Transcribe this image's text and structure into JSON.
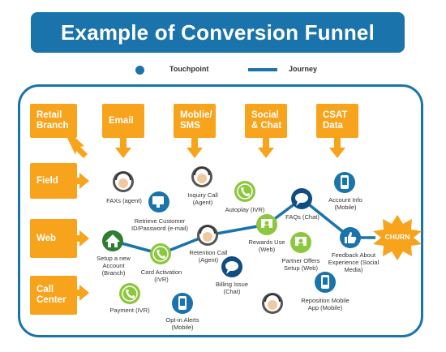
{
  "title": "Example of Conversion Funnel",
  "legend": {
    "touchpoint": "Touchpoint",
    "journey": "Journey"
  },
  "channels_left": [
    "Retail Branch",
    "Field",
    "Web",
    "Call Center"
  ],
  "channels_top": [
    "Email",
    "Moblie/ SMS",
    "Social & Chat",
    "CSAT Data"
  ],
  "touchpoints": {
    "faxs": "FAXs (agent)",
    "inquiry": "Inquiry Call (Agent)",
    "autoplay": "Autoplay (IVR)",
    "account_info": "Account Info (Mobile)",
    "retrieve": "Retrieve Customer ID/Password (e-mail)",
    "faqs": "FAQs (Chat)",
    "setup": "Setup a new Account (Branch)",
    "card": "Card Activation (IVR)",
    "retention": "Retention Call (Agent)",
    "rewards": "Rewards Use (Web)",
    "partner": "Partner Offers Setup (Web)",
    "feedback": "Feedback About Experience (Social Media)",
    "billing": "Billing Issue (Chat)",
    "reposition": "Reposition Mobile App (Mobile)",
    "payment": "Payment (IVR)",
    "optin": "Opt-in Alerts (Mobile)"
  },
  "churn": "CHURN",
  "colors": {
    "blue": "#1a73ab",
    "orange": "#f7a31c",
    "green": "#8dc63f",
    "dark_green": "#2e7d32",
    "churn": "#f7a31c"
  }
}
